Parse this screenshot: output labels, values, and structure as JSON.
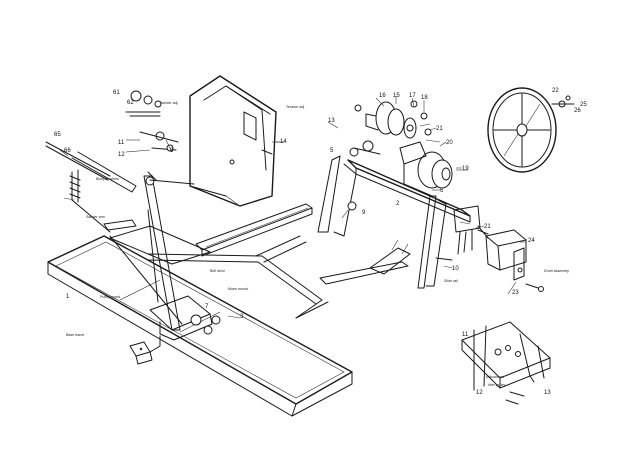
{
  "diagram": {
    "callouts": {
      "c1": "1",
      "c2": "2",
      "c3": "3",
      "c5": "5",
      "c6": "6",
      "c7": "7",
      "c8": "8",
      "c9": "9",
      "c10": "10",
      "c11": "11",
      "c12": "12",
      "c13": "13",
      "c14": "14",
      "c15": "15",
      "c16": "16",
      "c17": "17",
      "c18": "18",
      "c19": "19",
      "c20": "20",
      "c21": "21",
      "c22": "22",
      "c23": "23",
      "c24": "24",
      "c25": "25",
      "c26": "26",
      "c61": "61",
      "c62": "62",
      "c65": "65",
      "c66": "66"
    },
    "notes": {
      "n1": "Sander adj.",
      "n2": "Bumper wheel",
      "n3": "Sander arm",
      "n4": "Tension adj.",
      "n5": "Belt drive",
      "n6": "Motor mount",
      "n7": "Pulley guard",
      "n8": "Base frame",
      "n9": "Slide rail",
      "n10": "Drum assembly",
      "n11": "Adjustment",
      "n12": "Idler pulley"
    }
  }
}
